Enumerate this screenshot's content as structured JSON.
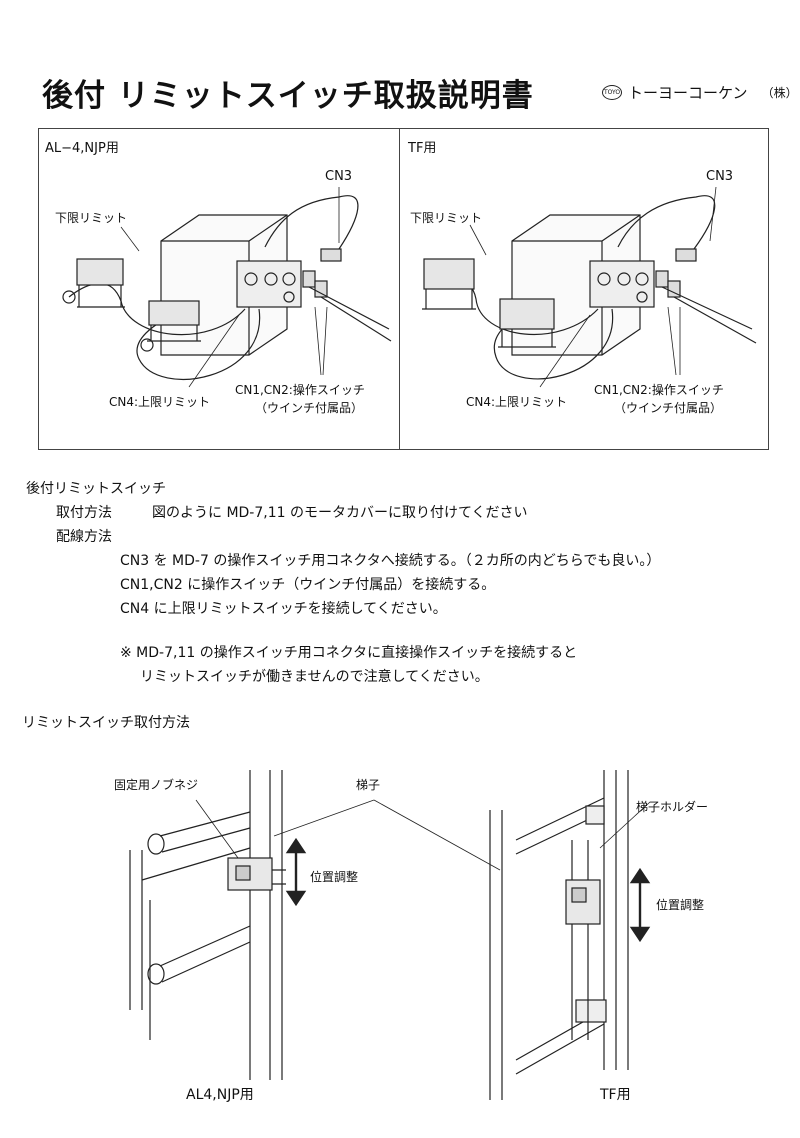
{
  "header": {
    "title": "後付 リミットスイッチ取扱説明書",
    "company_mark": "TOYO",
    "company": "トーヨーコーケン",
    "company_suffix": "（株）"
  },
  "diagram_left": {
    "label": "AL−4,NJP用",
    "cn3": "CN3",
    "lower_limit": "下限リミット",
    "cn12": "CN1,CN2:操作スイッチ",
    "cn12_note": "（ウインチ付属品）",
    "cn4": "CN4:上限リミット"
  },
  "diagram_right": {
    "label": "TF用",
    "cn3": "CN3",
    "lower_limit": "下限リミット",
    "cn12": "CN1,CN2:操作スイッチ",
    "cn12_note": "（ウインチ付属品）",
    "cn4": "CN4:上限リミット"
  },
  "instructions": {
    "heading": "後付リミットスイッチ",
    "mount_label": "取付方法",
    "mount_text": "図のように MD-7,11 のモータカバーに取り付けてください",
    "wiring_label": "配線方法",
    "wiring_lines": [
      "CN3 を MD-7 の操作スイッチ用コネクタへ接続する。（２カ所の内どちらでも良い。）",
      "CN1,CN2 に操作スイッチ（ウインチ付属品）を接続する。",
      "CN4 に上限リミットスイッチを接続してください。"
    ],
    "note_lines": [
      "※ MD-7,11 の操作スイッチ用コネクタに直接操作スイッチを接続すると",
      "リミットスイッチが働きませんので注意してください。"
    ]
  },
  "mounting": {
    "heading": "リミットスイッチ取付方法",
    "screw_label": "固定用ノブネジ",
    "ladder_label": "梯子",
    "holder_label": "梯子ホルダー",
    "adjust_left": "位置調整",
    "adjust_right": "位置調整",
    "caption_left": "AL4,NJP用",
    "caption_right": "TF用"
  }
}
